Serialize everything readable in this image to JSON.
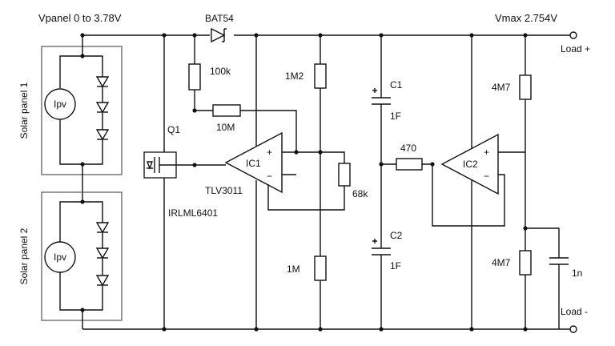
{
  "labels": {
    "vpanel": "Vpanel 0 to 3.78V",
    "vmax": "Vmax 2.754V",
    "load_plus": "Load +",
    "load_minus": "Load -",
    "panel1": "Solar panel 1",
    "panel2": "Solar panel 2",
    "ipv": "Ipv",
    "q1": "Q1",
    "q1_part": "IRLML6401",
    "diode": "BAT54",
    "r_100k": "100k",
    "r_10m": "10M",
    "ic1": "IC1",
    "ic1_part": "TLV3011",
    "r_1m2": "1M2",
    "r_68k": "68k",
    "r_1m": "1M",
    "c1": "C1",
    "c1_val": "1F",
    "c2": "C2",
    "c2_val": "1F",
    "r_470": "470",
    "ic2": "IC2",
    "r_4m7_top": "4M7",
    "r_4m7_bot": "4M7",
    "c_1n": "1n",
    "plus": "+",
    "minus": "−"
  }
}
